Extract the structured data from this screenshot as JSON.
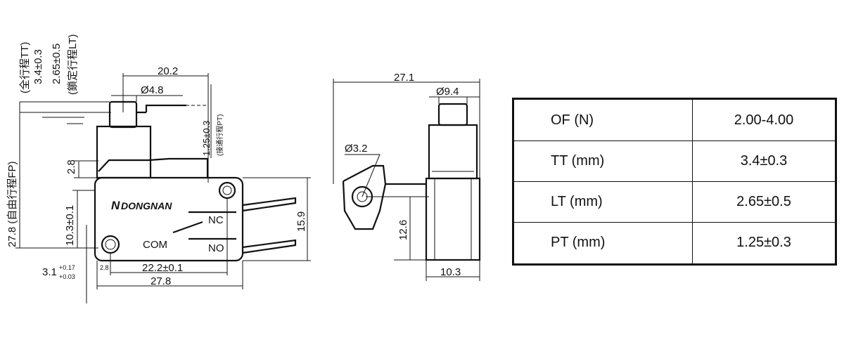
{
  "left_view": {
    "dims": {
      "width_top": "20.2",
      "plunger_dia": "Ø4.8",
      "pt": "1.25±0.3",
      "pt_note": "(接通行程PT)",
      "tt_label": "(全行程TT)",
      "tt_value": "3.4±0.3",
      "lt_value": "2.65±0.5",
      "lt_label": "(鎖定行程LT)",
      "fp": "27.8 (自由行程FP)",
      "d28": "2.8",
      "d103": "10.3±0.1",
      "d31": "3.1",
      "d31_tol_up": "+0.17",
      "d31_tol_dn": "+0.03",
      "d28_small": "2.8",
      "hole_pitch": "22.2±0.1",
      "body_width": "27.8",
      "height": "15.9"
    },
    "brand": "DONGNAN",
    "terminals": {
      "nc": "NC",
      "com": "COM",
      "no": "NO"
    }
  },
  "right_view": {
    "dims": {
      "top_width": "27.1",
      "plunger_dia": "Ø9.4",
      "hole_dia": "Ø3.2",
      "height": "12.6",
      "body_width": "10.3"
    }
  },
  "spec_table": {
    "rows": [
      {
        "param": "OF (N)",
        "value": "2.00-4.00"
      },
      {
        "param": "TT (mm)",
        "value": "3.4±0.3"
      },
      {
        "param": "LT (mm)",
        "value": "2.65±0.5"
      },
      {
        "param": "PT (mm)",
        "value": "1.25±0.3"
      }
    ]
  }
}
